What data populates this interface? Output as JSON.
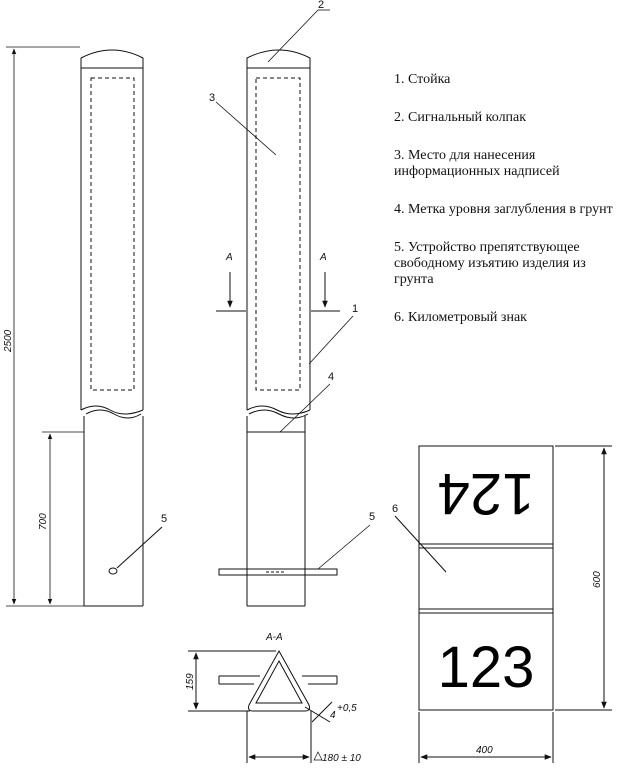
{
  "legend": {
    "items": [
      "1. Стойка",
      "2. Сигнальный колпак",
      "3. Место для нанесения информационных надписей",
      "4. Метка уровня заглубления в грунт",
      "5. Устройство препятствующее свободному изъятию изделия из грунта",
      "6. Километровый знак"
    ]
  },
  "dimensions": {
    "total_height": "2500",
    "buried_depth": "700",
    "section_width": "180 ± 10",
    "section_height": "159",
    "wall_thickness": "4",
    "wall_tolerance": "+0,5",
    "sign_height": "600",
    "sign_width": "400"
  },
  "section": {
    "cut_letter_left": "А",
    "cut_letter_right": "А",
    "title": "А-А"
  },
  "callouts": {
    "post": "1",
    "cap": "2",
    "info_area": "3",
    "depth_mark": "4",
    "anchor_left": "5",
    "anchor_right": "5",
    "km_sign": "6"
  },
  "km_sign": {
    "top_number": "124",
    "bottom_number": "123"
  }
}
